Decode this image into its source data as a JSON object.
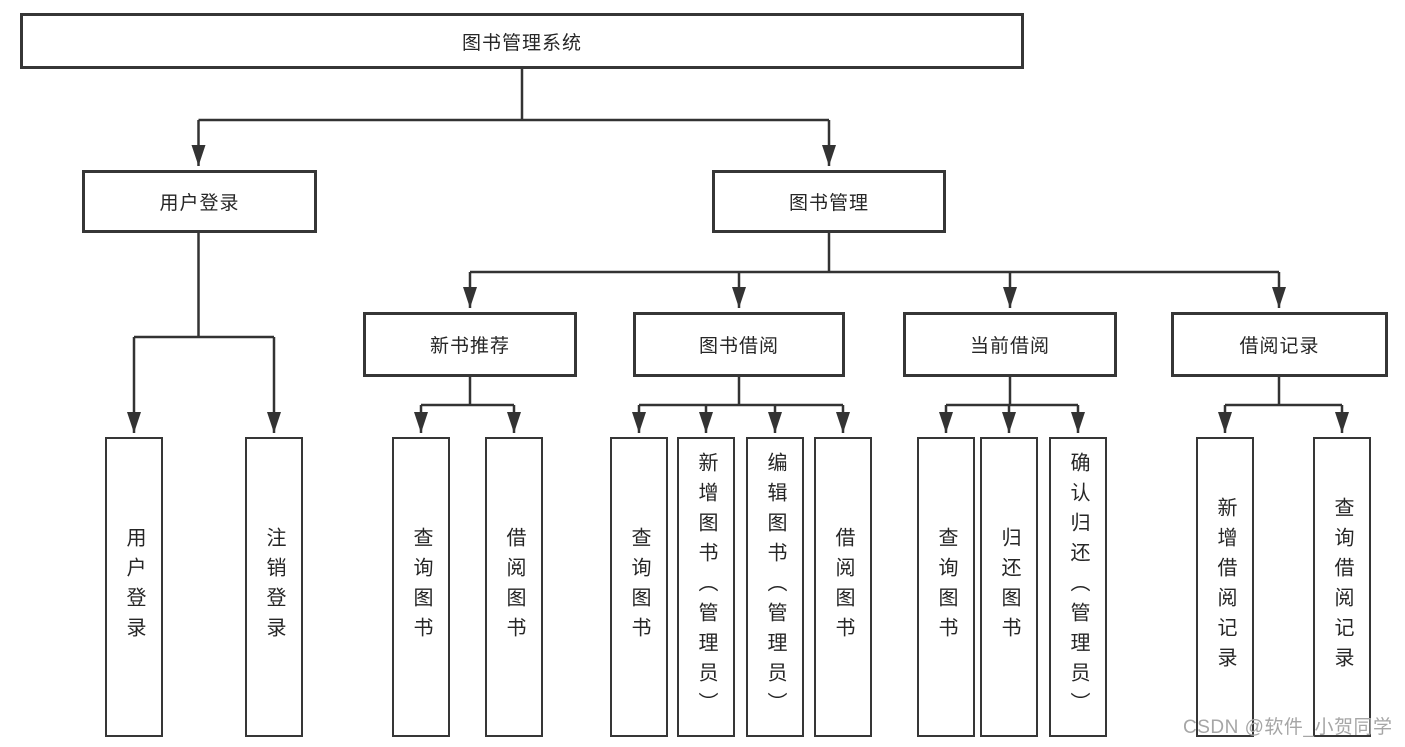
{
  "diagram": {
    "title": "图书管理系统",
    "branches": [
      {
        "label": "用户登录",
        "leaves": [
          "用户登录",
          "注销登录"
        ]
      },
      {
        "label": "图书管理",
        "groups": [
          {
            "label": "新书推荐",
            "leaves": [
              "查询图书",
              "借阅图书"
            ]
          },
          {
            "label": "图书借阅",
            "leaves": [
              "查询图书",
              "新增图书（管理员）",
              "编辑图书（管理员）",
              "借阅图书"
            ]
          },
          {
            "label": "当前借阅",
            "leaves": [
              "查询图书",
              "归还图书",
              "确认归还（管理员）"
            ]
          },
          {
            "label": "借阅记录",
            "leaves": [
              "新增借阅记录",
              "查询借阅记录"
            ]
          }
        ]
      }
    ]
  },
  "watermark": {
    "text": "CSDN @软件_小贺同学"
  },
  "colors": {
    "line": "#333333",
    "box_border": "#363636",
    "text": "#262626",
    "watermark": "#a6a6a6",
    "background": "#ffffff"
  }
}
